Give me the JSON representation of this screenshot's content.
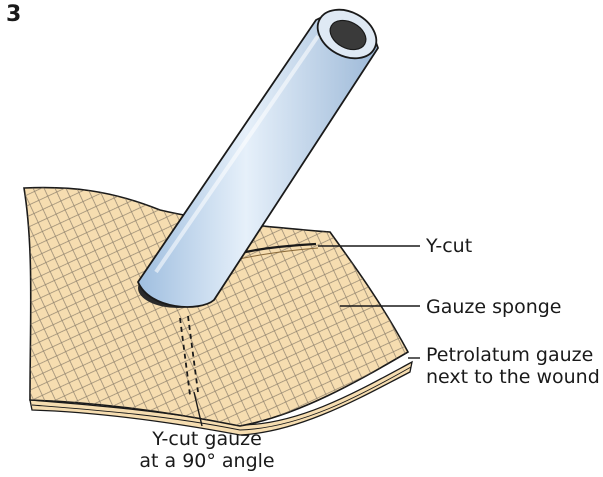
{
  "figure": {
    "step_number": "3",
    "labels": {
      "y_cut": "Y-cut",
      "gauze_sponge": "Gauze sponge",
      "petrolatum_line1": "Petrolatum gauze",
      "petrolatum_line2": "next to the wound",
      "ycut_90_line1": "Y-cut gauze",
      "ycut_90_line2": "at a 90° angle"
    },
    "colors": {
      "gauze_fill": "#f6ddb0",
      "gauze_mesh": "#6b6256",
      "tube_fill": "#cfe0f2",
      "tube_shadow": "#8fb0d3",
      "outline": "#1a1a1a"
    },
    "icons": [
      "drainage-tube-illustration",
      "gauze-sponge-illustration",
      "petrolatum-gauze-illustration"
    ]
  }
}
